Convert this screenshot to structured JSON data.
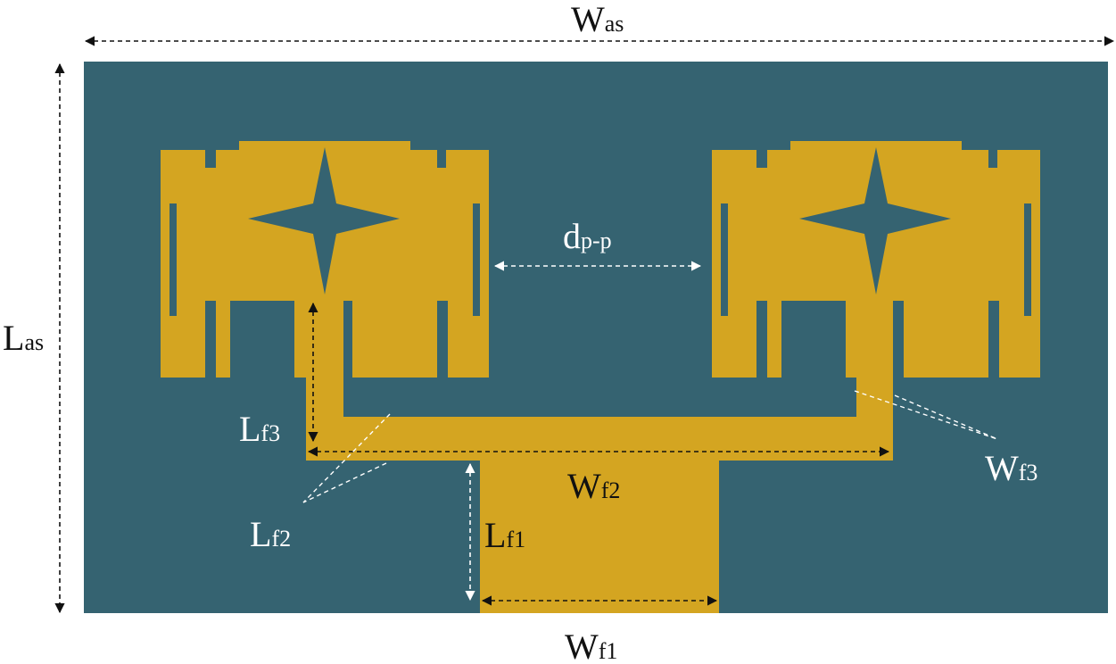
{
  "colors": {
    "substrate": "#356371",
    "copper": "#d4a521",
    "background": "#ffffff",
    "dim_dark": "#111111",
    "dim_light": "#ffffff"
  },
  "labels": {
    "was": {
      "main": "W",
      "sub": "as"
    },
    "las": {
      "main": "L",
      "sub": "as"
    },
    "dpp": {
      "main": "d",
      "sub": "p-p"
    },
    "lf3": {
      "main": "L",
      "sub": "f3"
    },
    "wf2": {
      "main": "W",
      "sub": "f2"
    },
    "wf3": {
      "main": "W",
      "sub": "f3"
    },
    "lf2": {
      "main": "L",
      "sub": "f2"
    },
    "lf1": {
      "main": "L",
      "sub": "f1"
    },
    "wf1": {
      "main": "W",
      "sub": "f1"
    }
  }
}
